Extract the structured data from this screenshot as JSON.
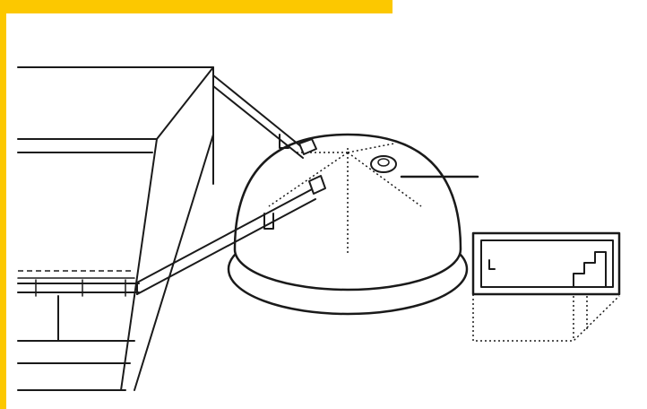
{
  "colors": {
    "accent_bar": "#fcc800",
    "line": "#1a1a1a",
    "paper": "#ffffff"
  },
  "diagram": {
    "components": [
      "building-block",
      "domed-tank",
      "connecting-pipes",
      "collection-box"
    ]
  }
}
